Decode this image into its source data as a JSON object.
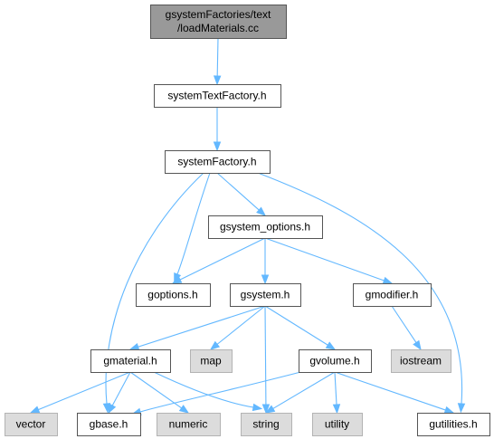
{
  "nodes": {
    "root": {
      "lines": [
        "gsystemFactories/text",
        "/loadMaterials.cc"
      ],
      "kind": "root"
    },
    "systemTextFactory": {
      "lines": [
        "systemTextFactory.h"
      ],
      "kind": "file"
    },
    "systemFactory": {
      "lines": [
        "systemFactory.h"
      ],
      "kind": "file"
    },
    "gsystem_options": {
      "lines": [
        "gsystem_options.h"
      ],
      "kind": "file"
    },
    "goptions": {
      "lines": [
        "goptions.h"
      ],
      "kind": "file"
    },
    "gsystem": {
      "lines": [
        "gsystem.h"
      ],
      "kind": "file"
    },
    "gmodifier": {
      "lines": [
        "gmodifier.h"
      ],
      "kind": "file"
    },
    "gmaterial": {
      "lines": [
        "gmaterial.h"
      ],
      "kind": "file"
    },
    "map": {
      "lines": [
        "map"
      ],
      "kind": "ext"
    },
    "gvolume": {
      "lines": [
        "gvolume.h"
      ],
      "kind": "file"
    },
    "iostream": {
      "lines": [
        "iostream"
      ],
      "kind": "ext"
    },
    "vector": {
      "lines": [
        "vector"
      ],
      "kind": "ext"
    },
    "gbase": {
      "lines": [
        "gbase.h"
      ],
      "kind": "file"
    },
    "numeric": {
      "lines": [
        "numeric"
      ],
      "kind": "ext"
    },
    "string": {
      "lines": [
        "string"
      ],
      "kind": "ext"
    },
    "utility": {
      "lines": [
        "utility"
      ],
      "kind": "ext"
    },
    "gutilities": {
      "lines": [
        "gutilities.h"
      ],
      "kind": "file"
    }
  },
  "edges": [
    [
      "root",
      "systemTextFactory"
    ],
    [
      "systemTextFactory",
      "systemFactory"
    ],
    [
      "systemFactory",
      "gsystem_options"
    ],
    [
      "systemFactory",
      "goptions"
    ],
    [
      "systemFactory",
      "gbase"
    ],
    [
      "systemFactory",
      "gutilities"
    ],
    [
      "gsystem_options",
      "goptions"
    ],
    [
      "gsystem_options",
      "gsystem"
    ],
    [
      "gsystem_options",
      "gmodifier"
    ],
    [
      "gsystem",
      "gmaterial"
    ],
    [
      "gsystem",
      "map"
    ],
    [
      "gsystem",
      "string"
    ],
    [
      "gsystem",
      "gvolume"
    ],
    [
      "gmodifier",
      "iostream"
    ],
    [
      "gmaterial",
      "vector"
    ],
    [
      "gmaterial",
      "gbase"
    ],
    [
      "gmaterial",
      "numeric"
    ],
    [
      "gmaterial",
      "string"
    ],
    [
      "gvolume",
      "gbase"
    ],
    [
      "gvolume",
      "string"
    ],
    [
      "gvolume",
      "utility"
    ],
    [
      "gvolume",
      "gutilities"
    ]
  ],
  "colors": {
    "edge": "#63b8ff",
    "root_fill": "#999999",
    "file_fill": "#ffffff",
    "ext_fill": "#dcdcdc",
    "border": "#555555",
    "ext_border": "#b3b3b3"
  }
}
